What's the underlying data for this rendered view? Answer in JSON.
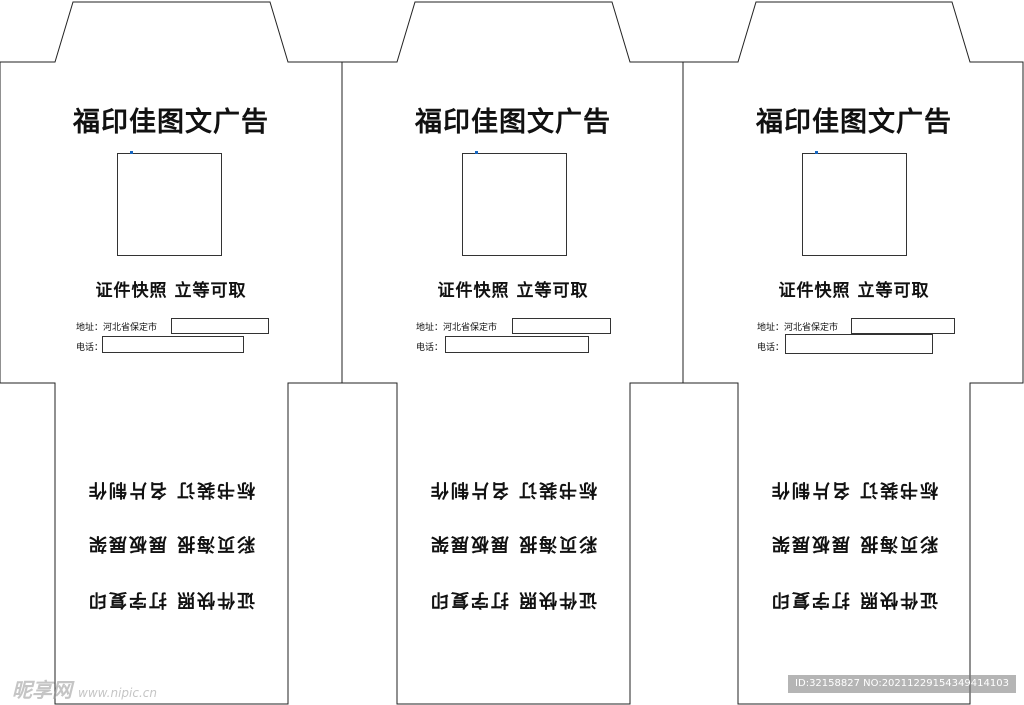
{
  "panels": [
    {
      "title": "福印佳图文广告",
      "slogan": "证件快照 立等可取",
      "address_label": "地址：河北省保定市",
      "phone_label": "电话：",
      "back_lines": [
        "标书装订 名片制作",
        "彩页海报 展板展架",
        "证件快照 打字复印"
      ]
    },
    {
      "title": "福印佳图文广告",
      "slogan": "证件快照 立等可取",
      "address_label": "地址：河北省保定市",
      "phone_label": "电话：",
      "back_lines": [
        "标书装订 名片制作",
        "彩页海报 展板展架",
        "证件快照 打字复印"
      ]
    },
    {
      "title": "福印佳图文广告",
      "slogan": "证件快照 立等可取",
      "address_label": "地址：河北省保定市",
      "phone_label": "电话：",
      "back_lines": [
        "标书装订 名片制作",
        "彩页海报 展板展架",
        "证件快照 打字复印"
      ]
    }
  ],
  "watermark": {
    "site_name": "昵享网",
    "site_url": "www.nipic.cn",
    "id_text": "ID:32158827 NO:20211229154349414103"
  }
}
